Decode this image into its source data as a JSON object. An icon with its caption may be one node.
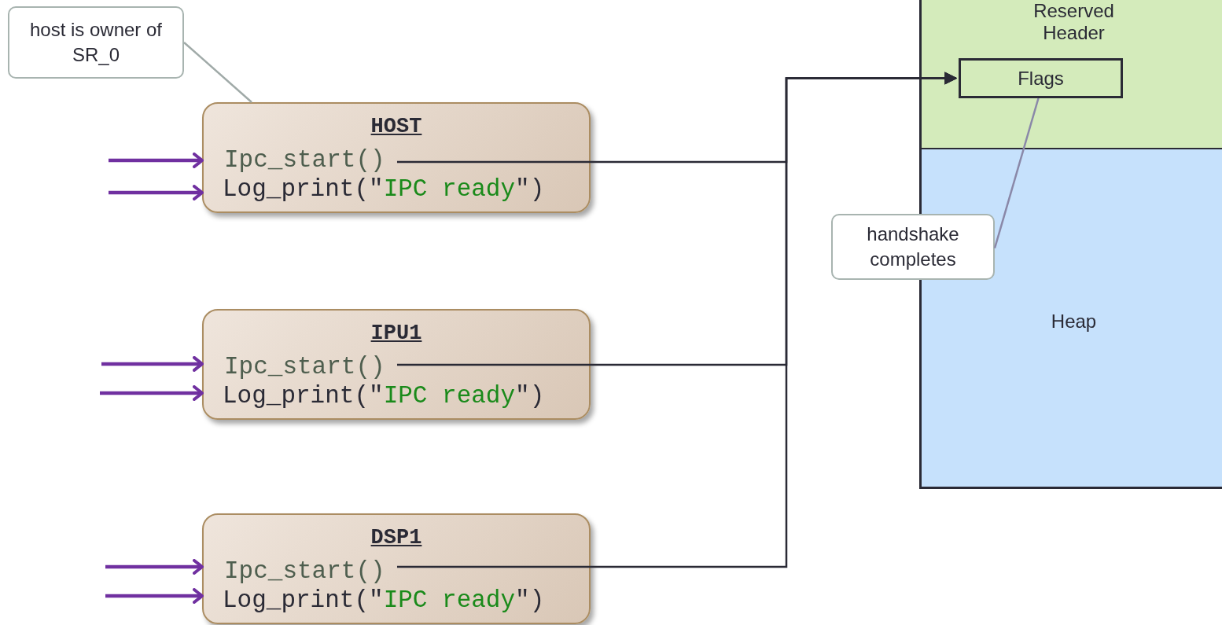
{
  "diagram": {
    "nodes": [
      {
        "text": [
          "host is owner of SR_0"
        ]
      },
      {
        "text": [
          "HOST",
          "Ipc_start()",
          "Log_print(\"IPC ready\")"
        ]
      },
      {
        "text": [
          "IPU1",
          "Ipc_start()",
          "Log_print(\"IPC ready\")"
        ]
      },
      {
        "text": [
          "DSP1",
          "Ipc_start()",
          "Log_print(\"IPC ready\")"
        ]
      },
      {
        "text": [
          "Reserved Header"
        ]
      },
      {
        "text": [
          "Flags"
        ],
        "in": 4
      },
      {
        "text": [
          "Heap"
        ]
      },
      {
        "text": [
          "handshake completes"
        ]
      }
    ],
    "edges": [
      {
        "from": 0,
        "to": 1,
        "arrow": "none",
        "color": "#a0aaa8"
      },
      {
        "from": 7,
        "to": 5,
        "arrow": "none",
        "color": "#8a88a8"
      },
      {
        "from": 1,
        "to": 5,
        "arrow": "to",
        "color": "#2a2a35"
      },
      {
        "from": 2,
        "to": 5,
        "arrow": "to",
        "color": "#2a2a35"
      },
      {
        "from": 3,
        "to": 5,
        "arrow": "to",
        "color": "#2a2a35"
      },
      {
        "from": null,
        "to": 1,
        "arrow": "to"
      },
      {
        "from": null,
        "to": 1,
        "arrow": "to"
      },
      {
        "from": null,
        "to": 2,
        "arrow": "to"
      },
      {
        "from": null,
        "to": 2,
        "arrow": "to"
      },
      {
        "from": null,
        "to": 3,
        "arrow": "to"
      },
      {
        "from": null,
        "to": 3,
        "arrow": "to"
      }
    ]
  }
}
